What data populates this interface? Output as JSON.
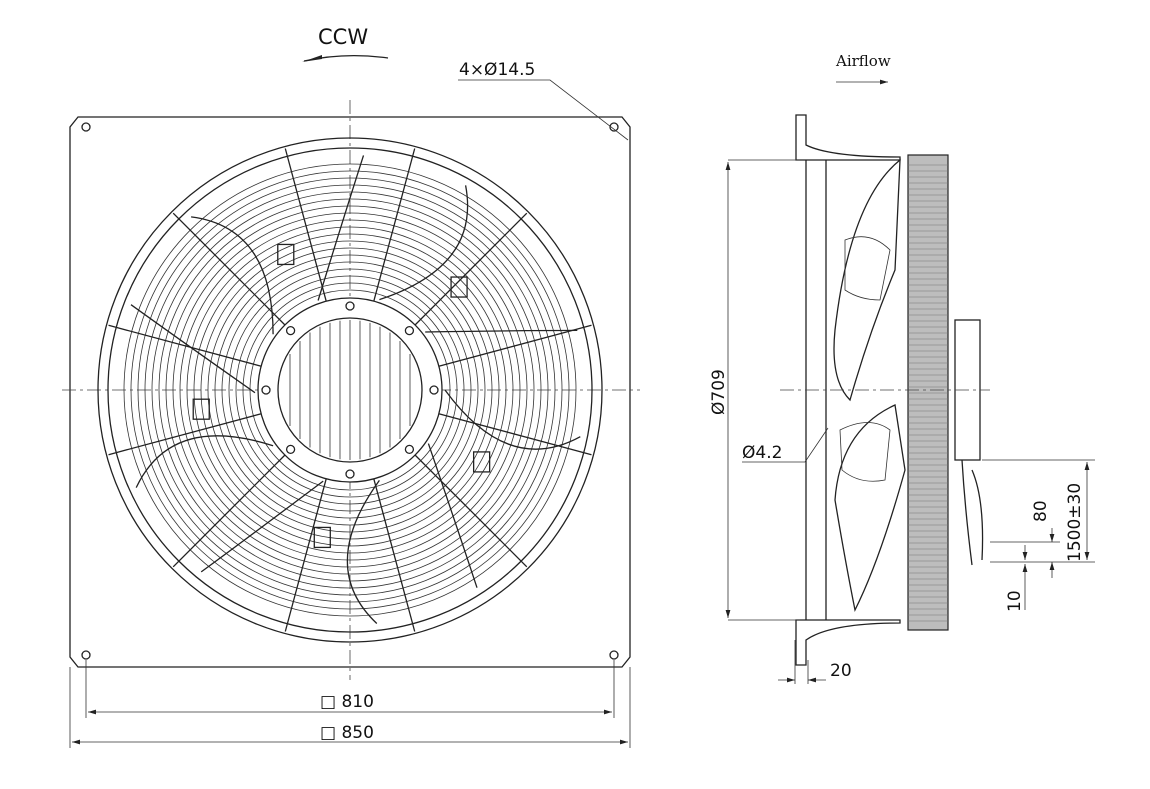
{
  "front_view": {
    "rotation_label": "CCW",
    "mounting_holes_label": "4×Ø14.5",
    "hole_spacing_label": "□ 810",
    "plate_size_label": "□ 850"
  },
  "side_view": {
    "airflow_label": "Airflow",
    "diameter_label": "Ø709",
    "small_hole_label": "Ø4.2",
    "flange_depth_label": "20",
    "cable_length_label": "1500±30",
    "strip_length_label": "80",
    "wire_end_label": "10"
  }
}
